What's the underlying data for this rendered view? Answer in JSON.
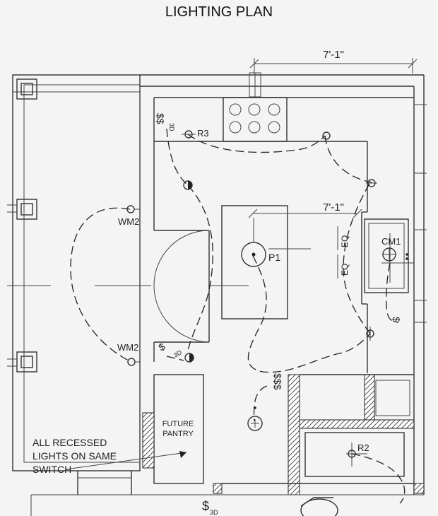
{
  "title": "LIGHTING PLAN",
  "dimensions": {
    "top": "7'-1\"",
    "island": "7'-1\""
  },
  "fixture_labels": {
    "r3": "R3",
    "p1": "P1",
    "cm1": "CM1",
    "r2": "R2",
    "wm2_upper": "WM2",
    "wm2_lower": "WM2"
  },
  "outlet_labels": {
    "eq_upper": "EQ",
    "eq_lower": "EQ"
  },
  "switch_labels": {
    "top_left": "$$",
    "top_left_sub": "3D",
    "mid_left": "$",
    "mid_left_sub": "3D",
    "right": "$",
    "center_triple": "$$$",
    "bottom": "$",
    "bottom_sub": "3D"
  },
  "pantry": {
    "line1": "FUTURE",
    "line2": "PANTRY"
  },
  "note": {
    "line1": "ALL RECESSED",
    "line2": "LIGHTS ON SAME",
    "line3": "SWITCH"
  }
}
